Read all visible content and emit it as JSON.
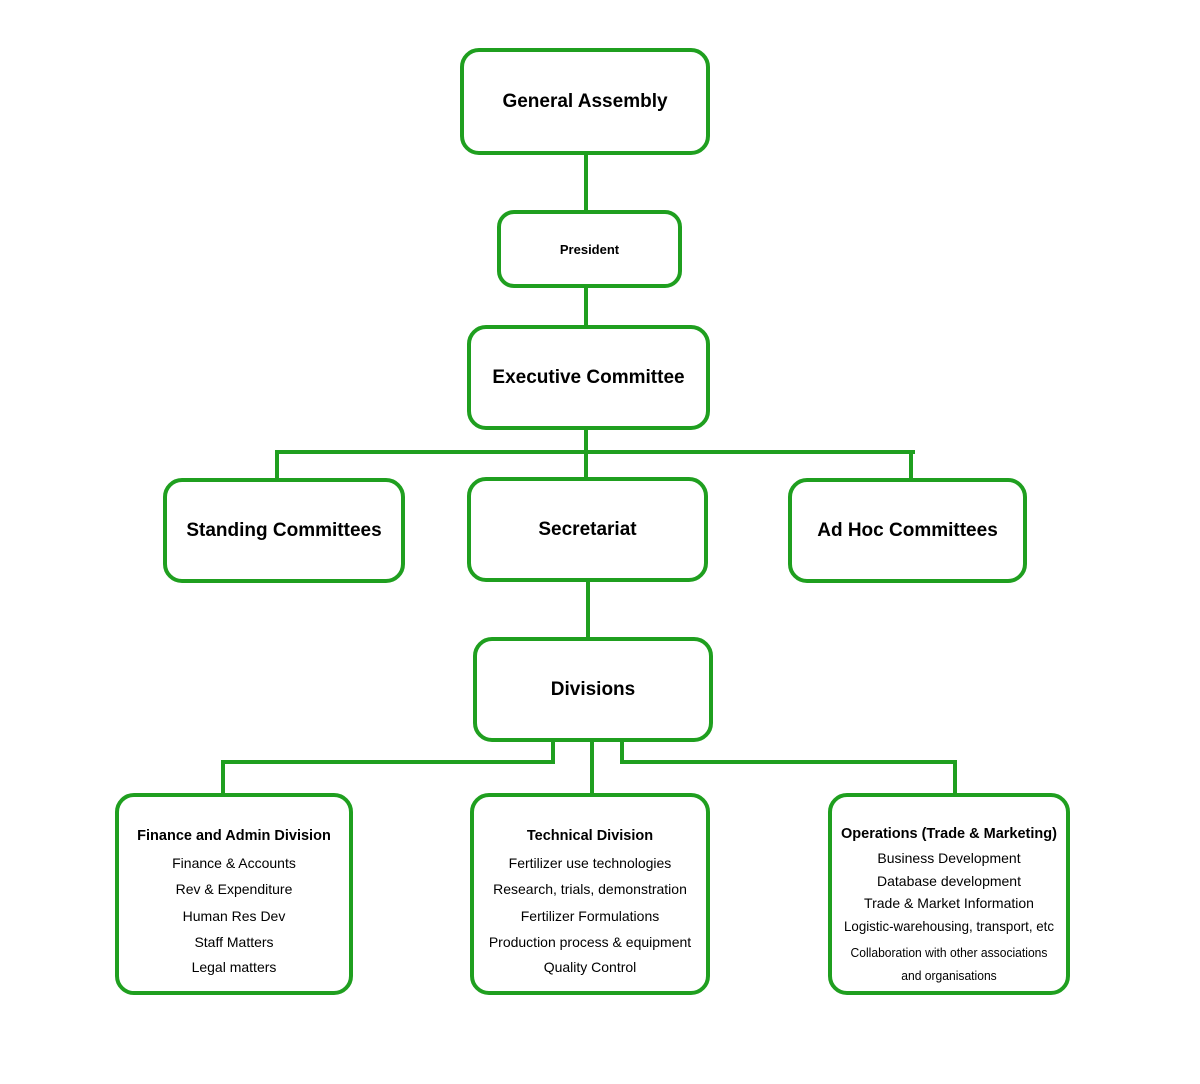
{
  "colors": {
    "accent": "#1f9f1f",
    "text": "#000000",
    "background": "#ffffff"
  },
  "org_chart": {
    "general_assembly": {
      "label": "General Assembly"
    },
    "president": {
      "label": "President"
    },
    "executive_committee": {
      "label": "Executive Committee"
    },
    "standing_committees": {
      "label": "Standing Committees"
    },
    "secretariat": {
      "label": "Secretariat"
    },
    "ad_hoc_committees": {
      "label": "Ad Hoc Committees"
    },
    "divisions": {
      "label": "Divisions"
    },
    "finance_admin": {
      "title": "Finance and Admin Division",
      "items": [
        "Finance & Accounts",
        "Rev & Expenditure",
        "Human Res Dev",
        "Staff Matters",
        "Legal matters"
      ]
    },
    "technical": {
      "title": "Technical Division",
      "items": [
        "Fertilizer use technologies",
        "Research, trials, demonstration",
        "Fertilizer Formulations",
        "Production process & equipment",
        "Quality Control"
      ]
    },
    "operations": {
      "title": "Operations (Trade & Marketing)",
      "items": [
        "Business Development",
        "Database development",
        "Trade & Market Information",
        "Logistic-warehousing, transport, etc",
        "Collaboration with other associations and organisations"
      ]
    }
  }
}
